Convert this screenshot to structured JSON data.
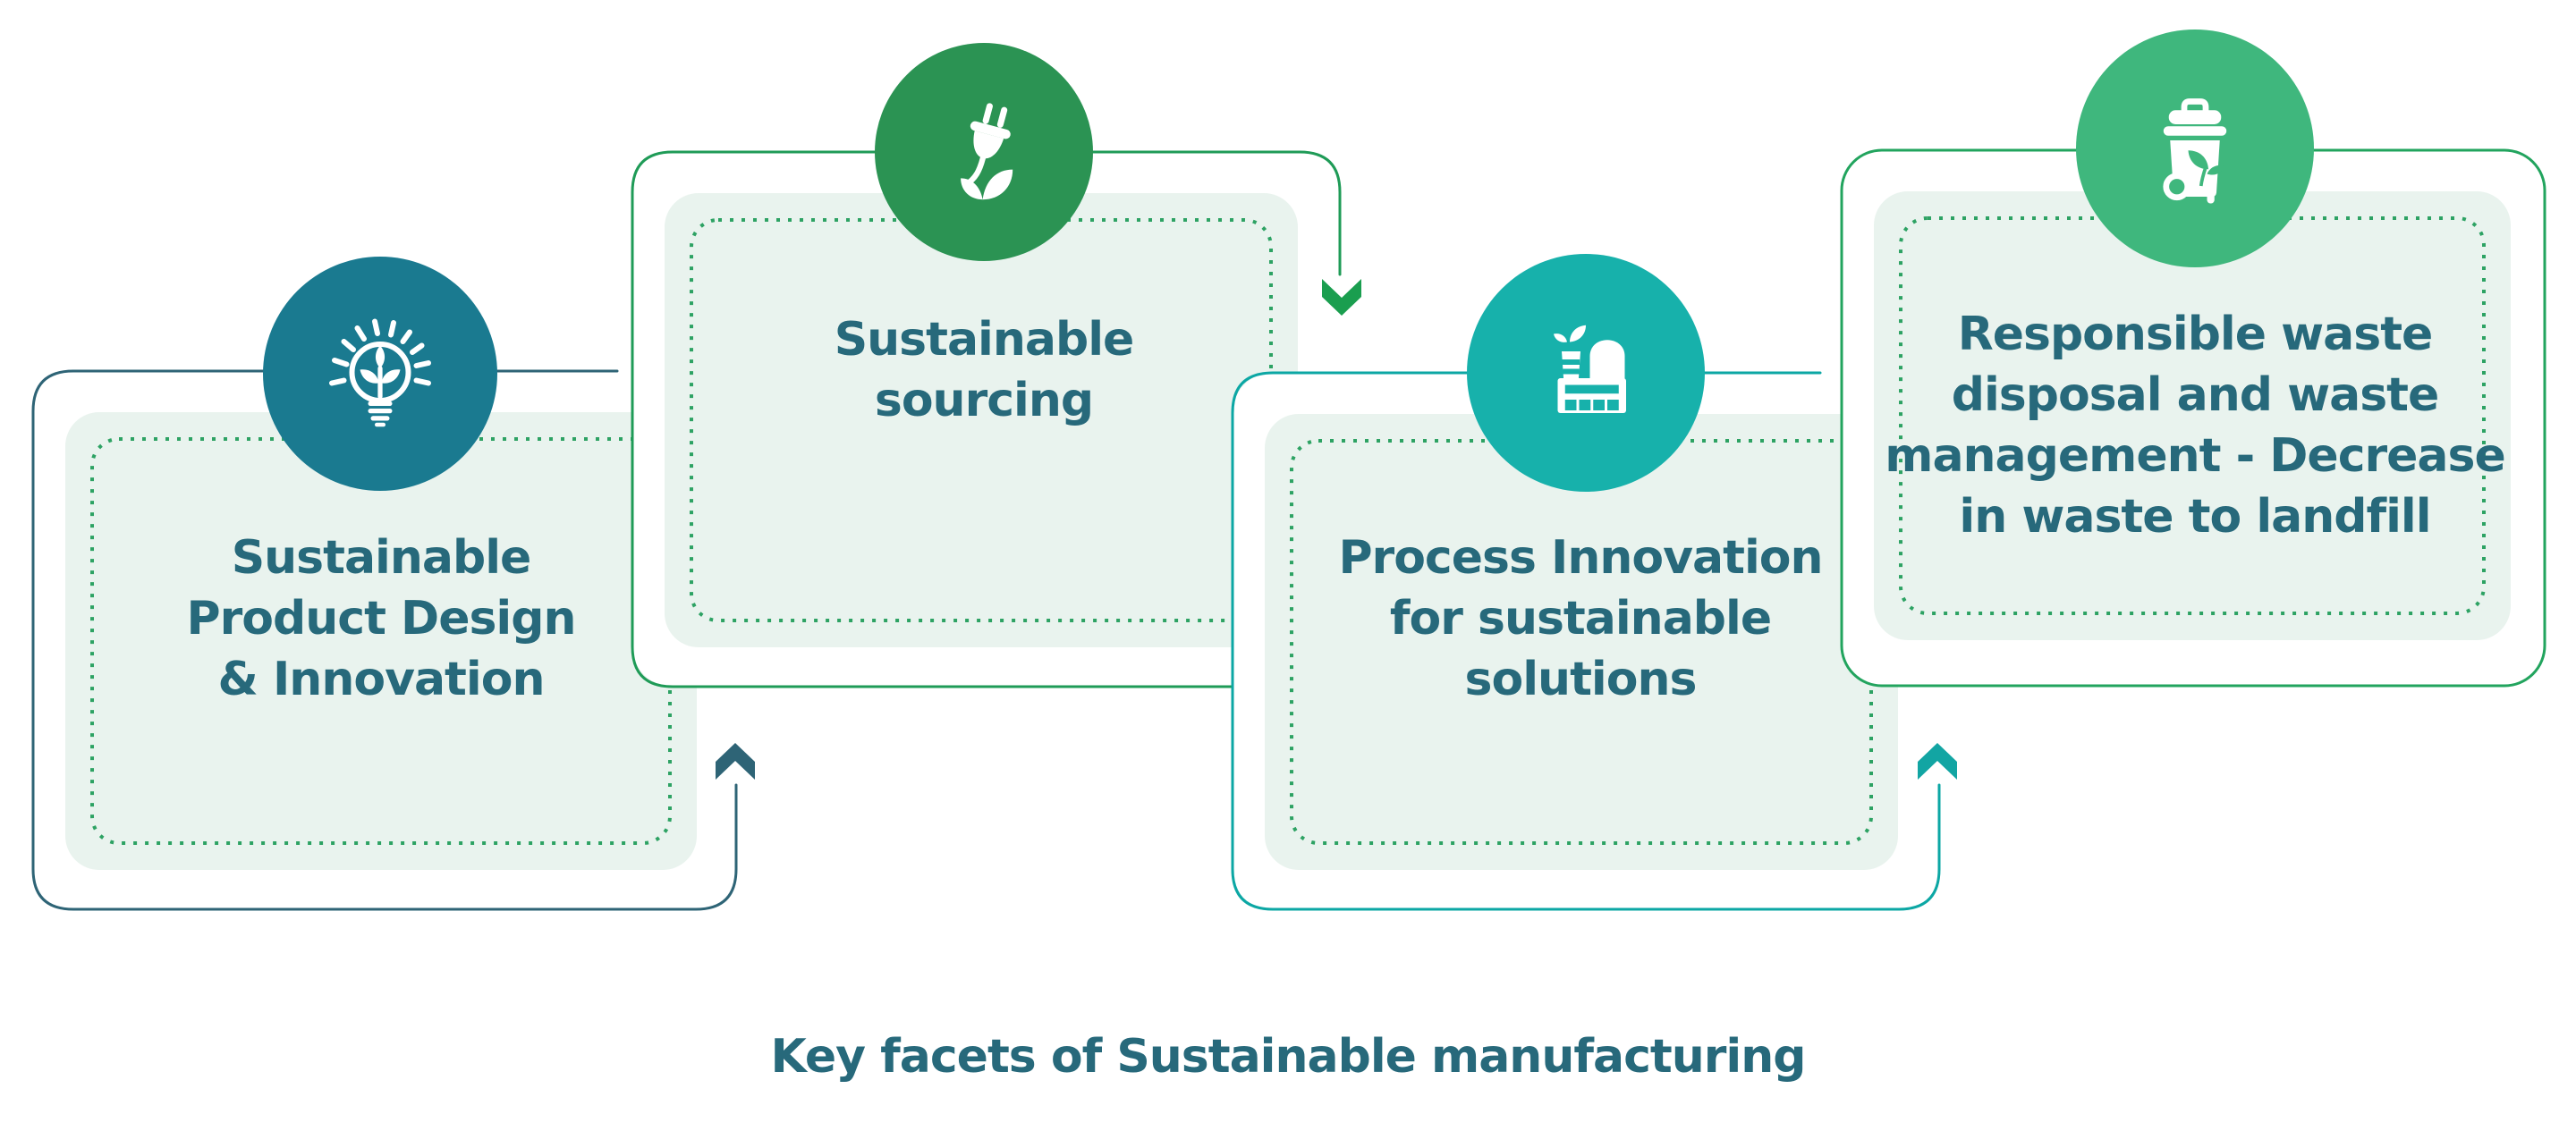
{
  "diagram": {
    "caption": "Key facets of Sustainable manufacturing",
    "background_color": "#ffffff",
    "text_color": "#27697b",
    "inner_panel_fill": "#e9f3ee",
    "dotted_border_color": "#2da263",
    "cards": [
      {
        "title": "Sustainable Product Design & Innovation",
        "lines": [
          "Sustainable",
          "Product Design",
          "& Innovation"
        ],
        "icon": "lightbulb-sprout-icon",
        "circle_color": "#1a7a90",
        "outline_color": "#2e6476",
        "arrow_color": "#2e6476",
        "arrow_direction": "up"
      },
      {
        "title": "Sustainable sourcing",
        "lines": [
          "Sustainable",
          "sourcing"
        ],
        "icon": "plug-flower-icon",
        "circle_color": "#2b9353",
        "outline_color": "#1f9b57",
        "arrow_color": "#1a9e4f",
        "arrow_direction": "down"
      },
      {
        "title": "Process Innovation for sustainable solutions",
        "lines": [
          "Process Innovation",
          "for sustainable",
          "solutions"
        ],
        "icon": "eco-factory-icon",
        "circle_color": "#17b1ab",
        "outline_color": "#0ca7a4",
        "arrow_color": "#12a5a3",
        "arrow_direction": "up"
      },
      {
        "title": "Responsible waste disposal and waste management - Decrease in waste to landfill",
        "lines": [
          "Responsible waste",
          "disposal and waste",
          "management - Decrease",
          "in waste to landfill"
        ],
        "icon": "recycle-bin-icon",
        "circle_color": "#3fb77d",
        "outline_color": "#22a45e",
        "arrow_color": null,
        "arrow_direction": null
      }
    ]
  }
}
